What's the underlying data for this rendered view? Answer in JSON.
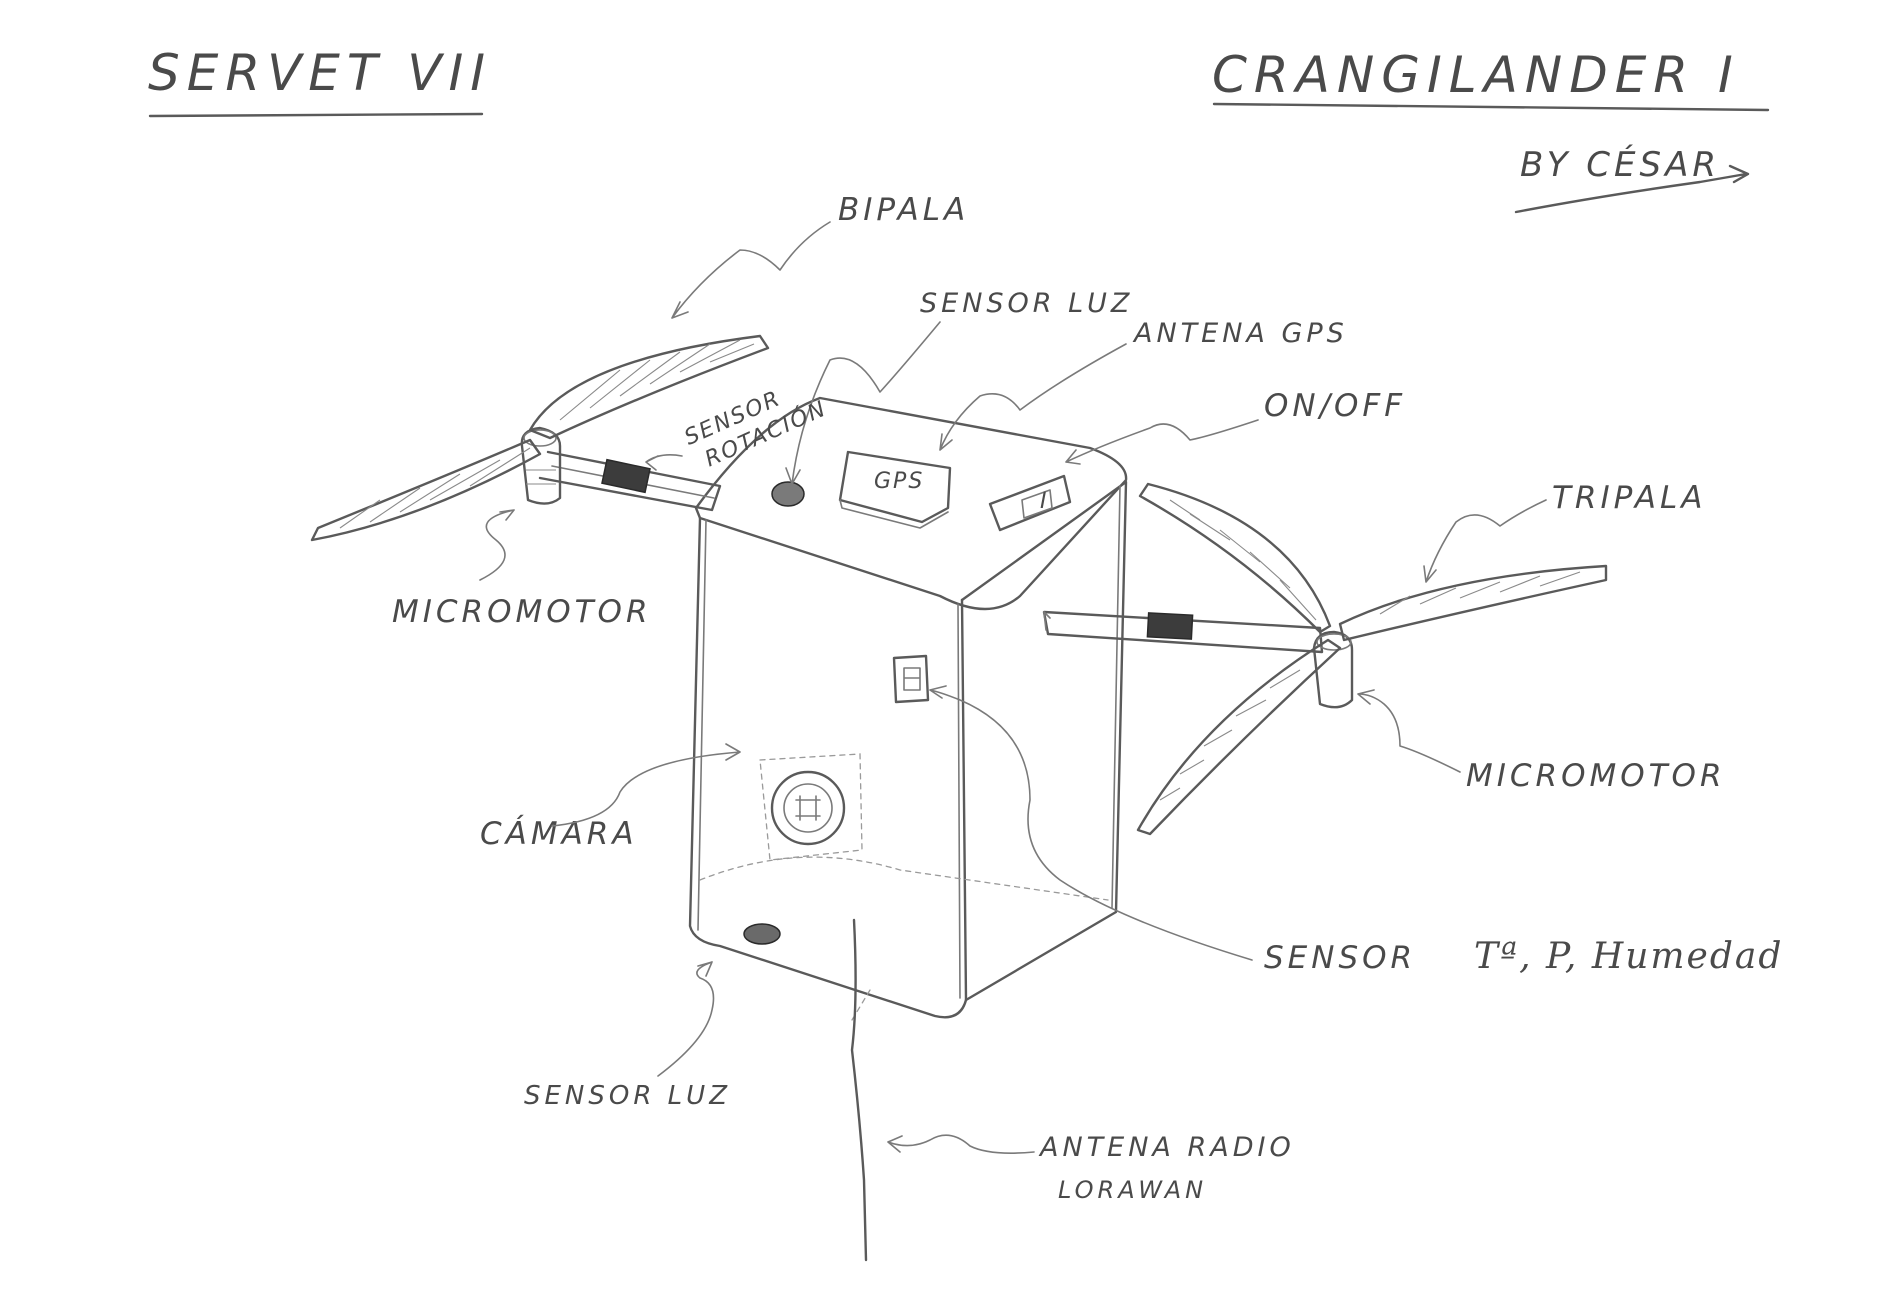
{
  "titles": {
    "left": "SERVET VII",
    "right": "CRANGILANDER I",
    "author": "BY CÉSAR"
  },
  "labels": {
    "bipala": "BIPALA",
    "sensor_luz_top": "SENSOR LUZ",
    "antena_gps": "ANTENA GPS",
    "on_off": "ON/OFF",
    "sensor_rotacion_line1": "SENSOR",
    "sensor_rotacion_line2": "ROTACIÓN",
    "gps_chip": "GPS",
    "switch_mark": "I",
    "tripala": "TRIPALA",
    "micromotor_left": "MICROMOTOR",
    "micromotor_right": "MICROMOTOR",
    "camara": "CÁMARA",
    "sensor_thp_prefix": "SENSOR",
    "sensor_thp_rest": "Tª, P, Humedad",
    "sensor_luz_bottom": "SENSOR LUZ",
    "antena_radio_line1": "ANTENA RADIO",
    "antena_radio_line2": "LORAWAN"
  }
}
